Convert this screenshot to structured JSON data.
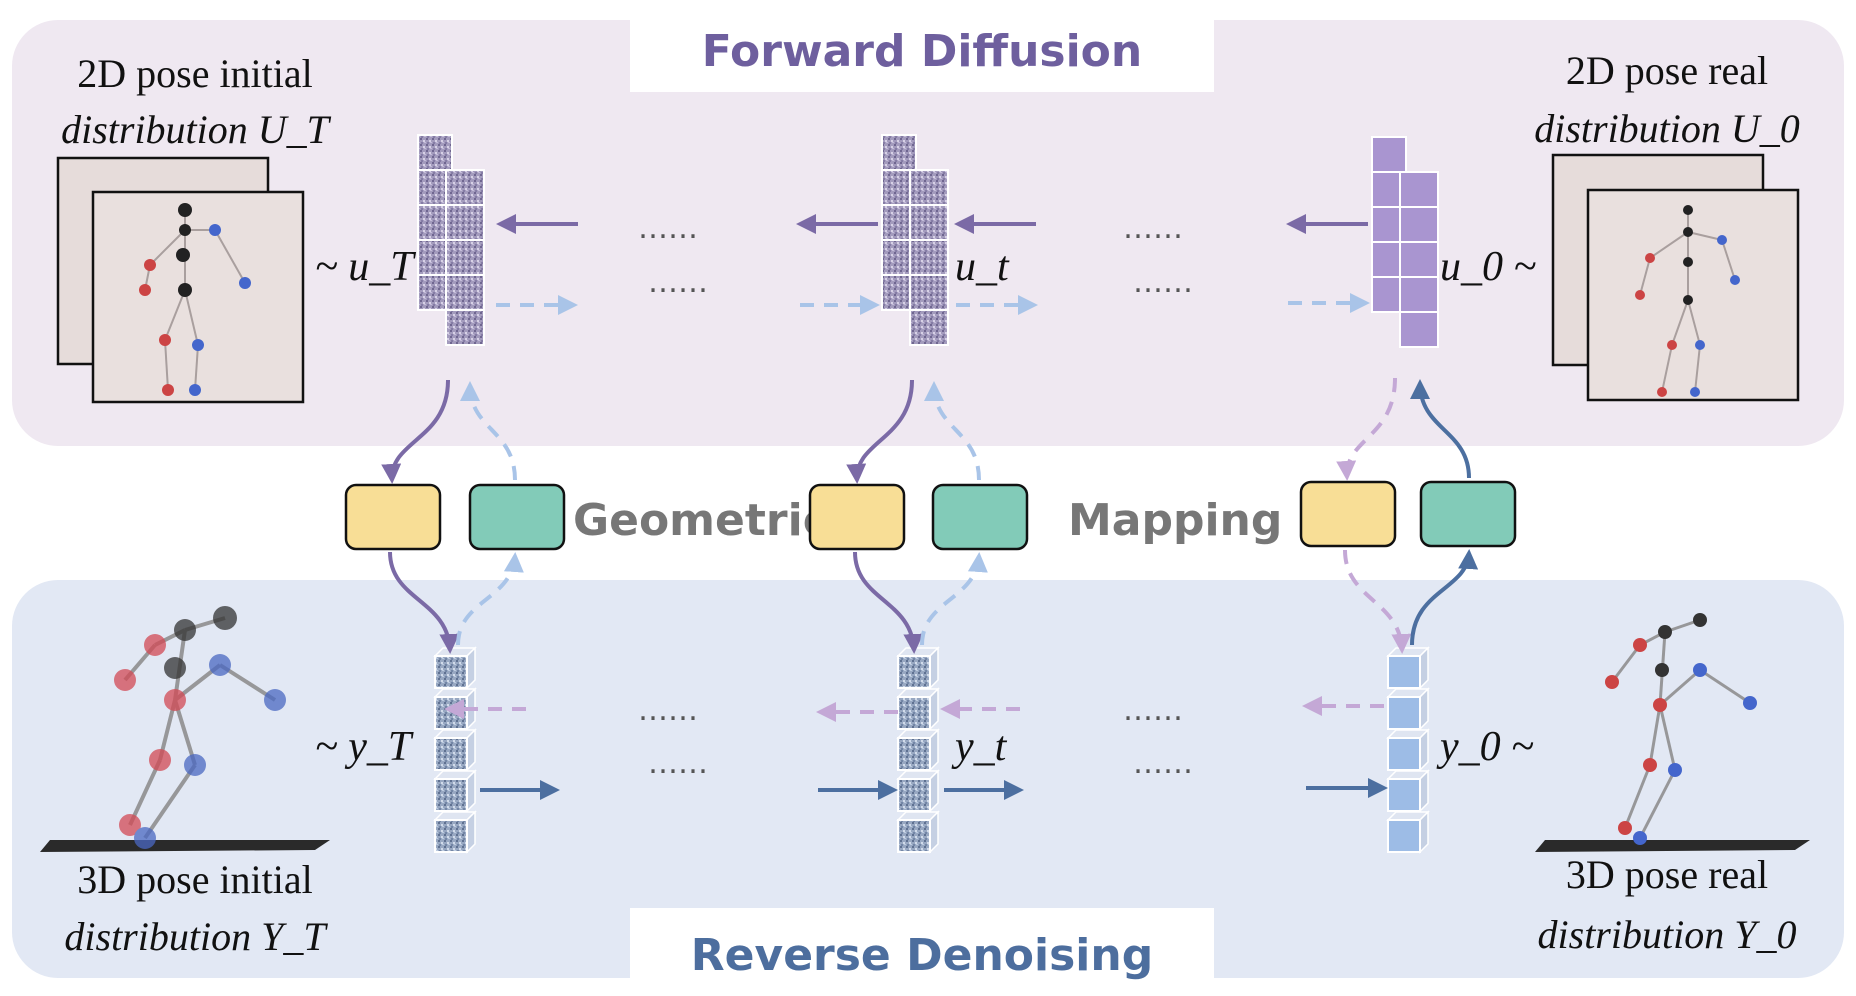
{
  "title_top": "Forward Diffusion",
  "title_bottom": "Reverse Denoising",
  "mapping_word_1": "Geometric",
  "mapping_word_2": "Mapping",
  "ellipsis": "……",
  "top_left_label": [
    "2D pose initial",
    "distribution U_T"
  ],
  "top_right_label": [
    "2D pose real",
    "distribution U_0"
  ],
  "bottom_left_label": [
    "3D pose initial",
    "distribution Y_T"
  ],
  "bottom_right_label": [
    "3D pose real",
    "distribution Y_0"
  ],
  "vars_top": [
    "~ u_T",
    "u_t",
    "u_0 ~"
  ],
  "vars_bottom": [
    "~ y_T",
    "y_t",
    "y_0 ~"
  ],
  "colors": {
    "top_panel": "#efe8f1",
    "bottom_panel": "#e2e8f4",
    "forward_title": "#6e5f9e",
    "reverse_title": "#4d6e9e",
    "purple_arrow": "#7b6aa6",
    "light_blue_dash": "#a9c4e8",
    "blue_arrow": "#4c6fa0",
    "light_purple_dash": "#c4a8d6",
    "yellow_box": "#f8de96",
    "teal_box": "#82cbb8",
    "mapping_text": "#777777",
    "noise_purple": "#9e96b8",
    "clean_purple": "#a995d0",
    "noise_blue": "#93a4bf",
    "clean_blue": "#9dbce6"
  }
}
